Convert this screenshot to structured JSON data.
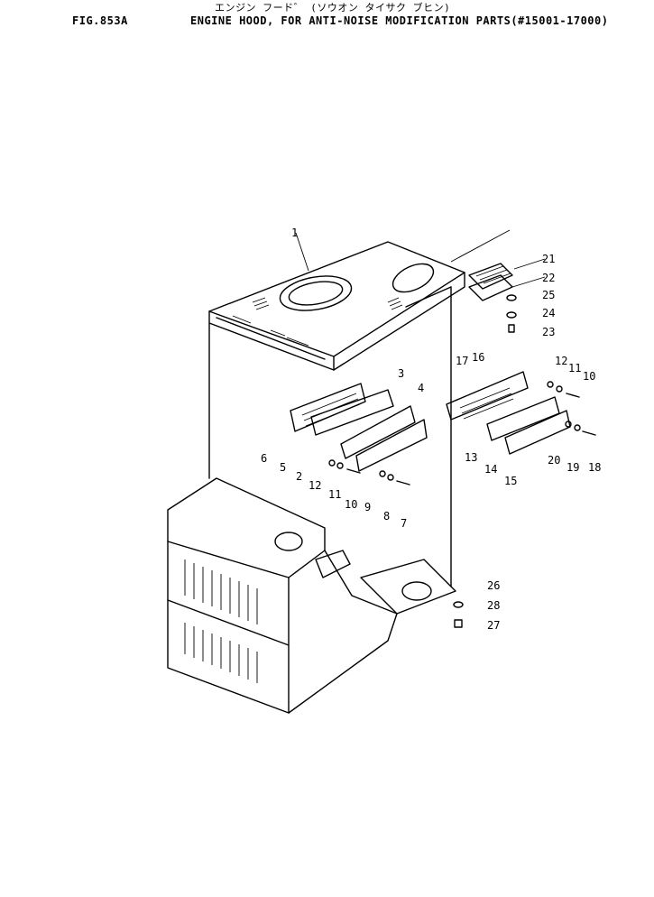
{
  "header": {
    "figure_no": "FIG.853A",
    "subtitle_kana": "エンジン フード゛ (ソウオン タイサク ブヒン)",
    "title": "ENGINE HOOD, FOR ANTI-NOISE MODIFICATION PARTS(#15001-17000)"
  },
  "callouts": [
    "1",
    "2",
    "3",
    "4",
    "5",
    "6",
    "7",
    "8",
    "9",
    "10",
    "11",
    "12",
    "13",
    "14",
    "15",
    "16",
    "17",
    "18",
    "19",
    "20",
    "21",
    "22",
    "23",
    "24",
    "25",
    "26",
    "27",
    "28",
    "12",
    "11",
    "10"
  ]
}
